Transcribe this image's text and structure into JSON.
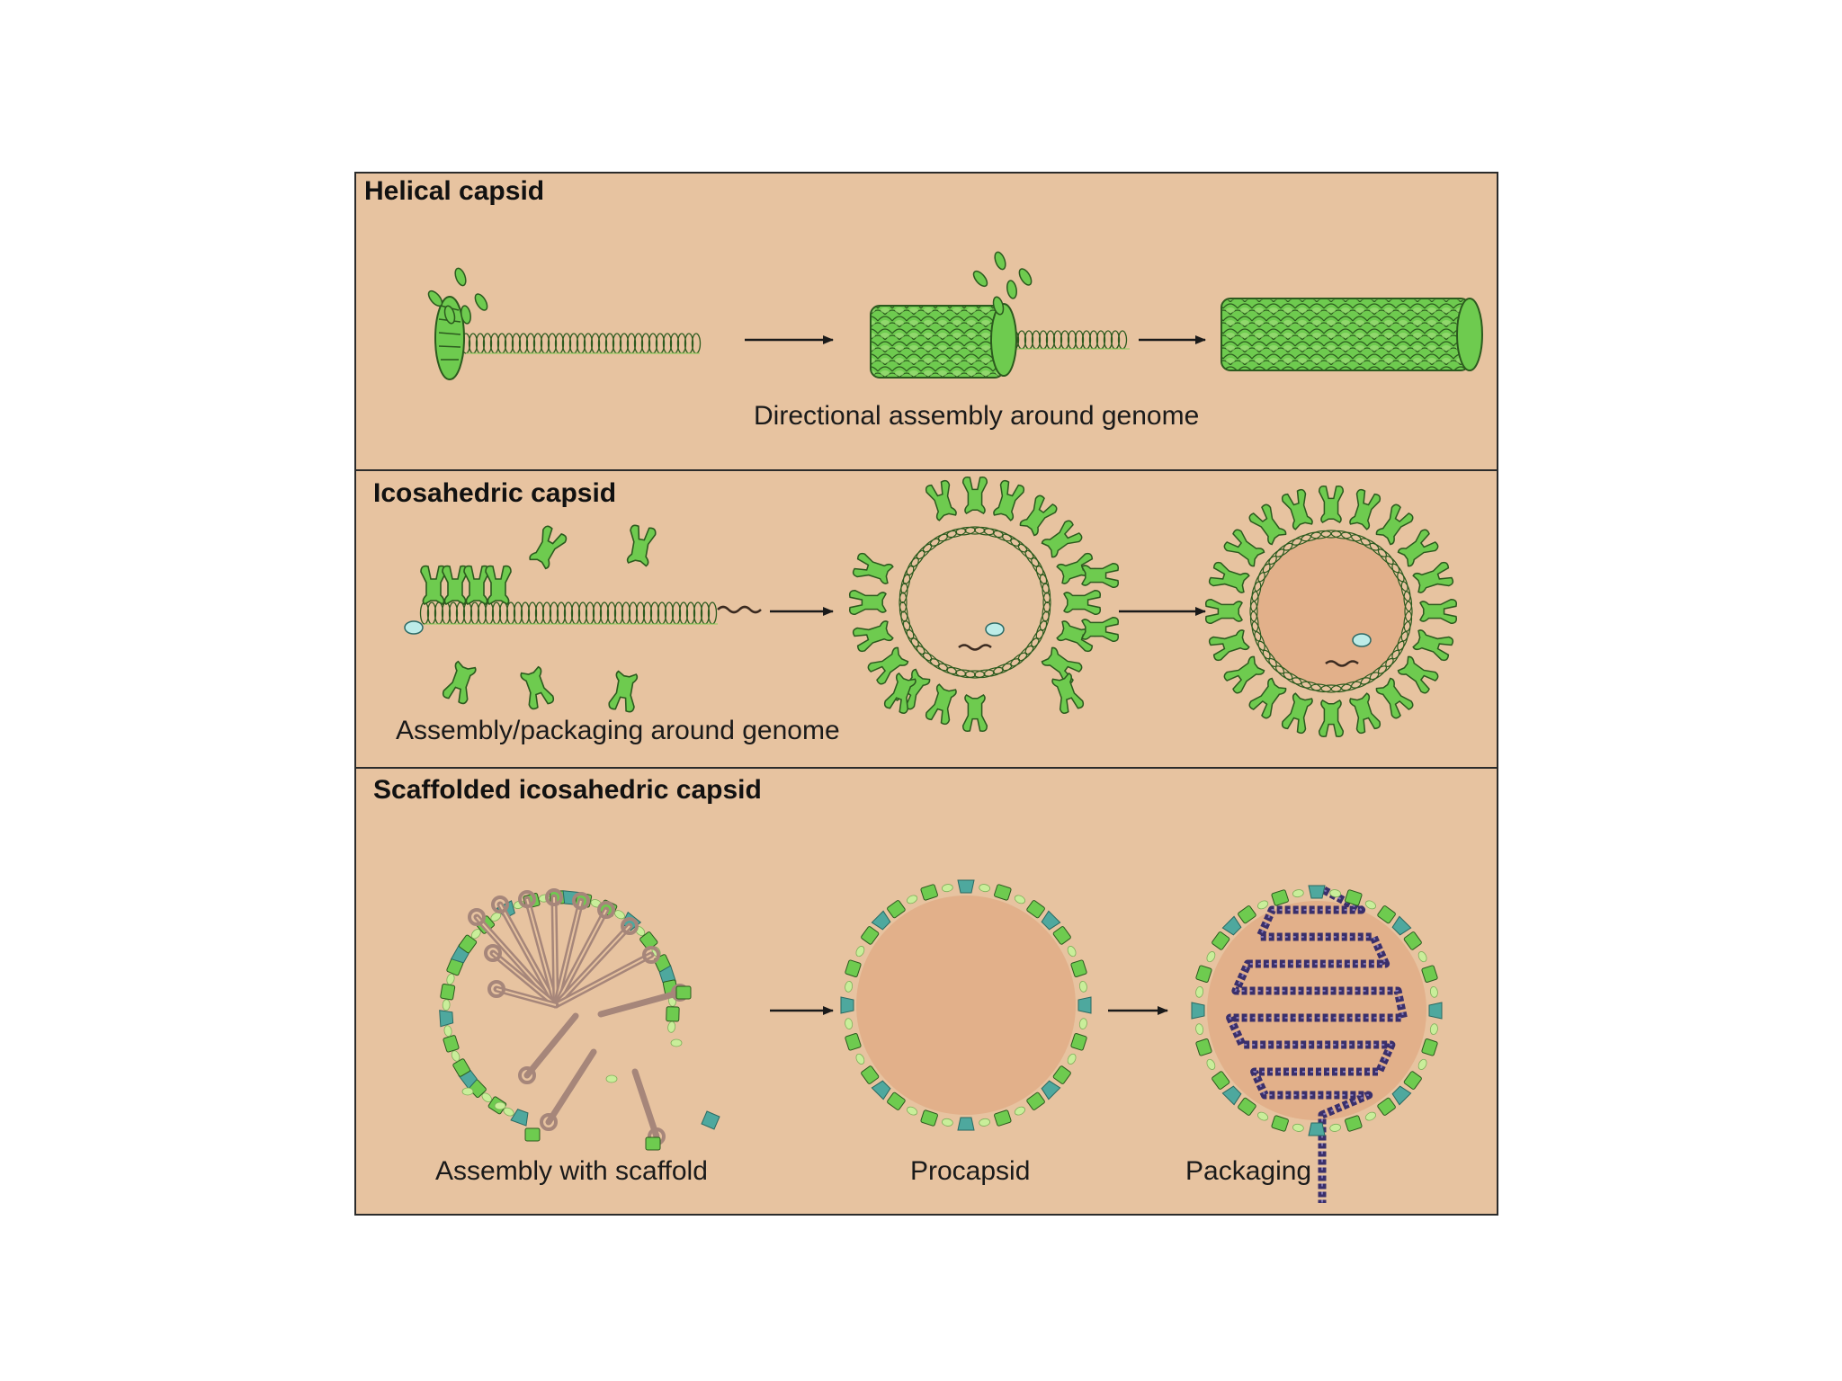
{
  "colors": {
    "panel_bg": "#e7c3a0",
    "border": "#2b2b2b",
    "capsid_green": "#6ecb4f",
    "capsid_green_light": "#c9ee9a",
    "green_outline": "#2c5a1e",
    "genome_coil": "#8ccf5a",
    "teal_vertex": "#4ea89e",
    "cyan_protein": "#bdece8",
    "scaffold_brown": "#a6867a",
    "dna_dark": "#3a2f6b",
    "interior_fill": "#e2b08a",
    "arrow": "#1a1a1a"
  },
  "panels": {
    "helical": {
      "title": "Helical capsid",
      "caption": "Directional assembly around genome"
    },
    "icosahedral": {
      "title": "Icosahedric capsid",
      "caption": "Assembly/packaging around genome"
    },
    "scaffolded": {
      "title": "Scaffolded icosahedric capsid",
      "caption_assembly": "Assembly with scaffold",
      "caption_procapsid": "Procapsid",
      "caption_packaging": "Packaging"
    }
  }
}
